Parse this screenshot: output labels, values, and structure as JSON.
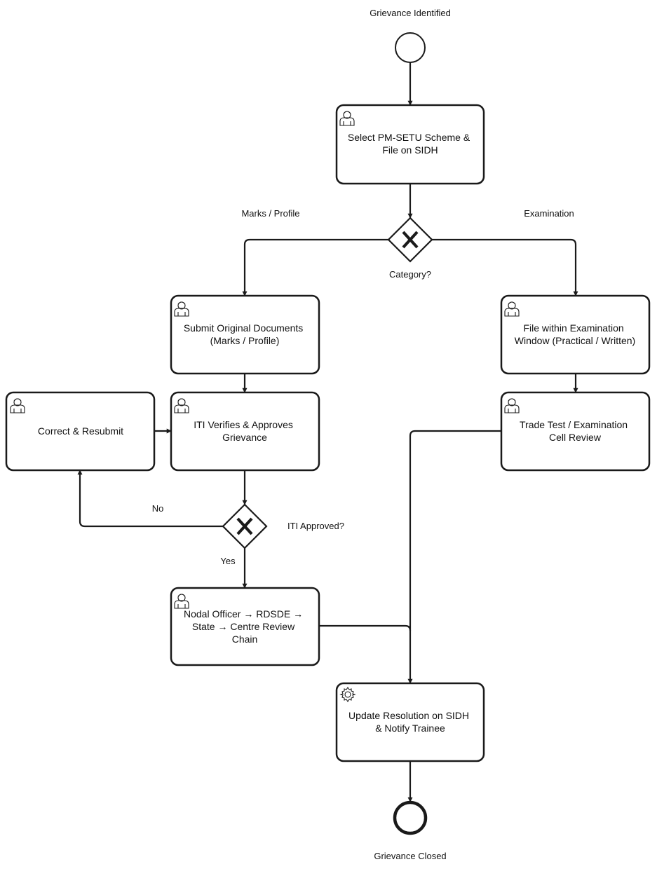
{
  "events": {
    "start": {
      "label": "Grievance Identified"
    },
    "end": {
      "label": "Grievance Closed"
    }
  },
  "tasks": {
    "select_scheme": {
      "lines": [
        "Select PM-SETU Scheme &",
        "File on SIDH"
      ],
      "icon": "user-icon"
    },
    "submit_docs": {
      "lines": [
        "Submit Original Documents",
        "(Marks / Profile)"
      ],
      "icon": "user-icon"
    },
    "file_exam": {
      "lines": [
        "File within Examination",
        "Window (Practical / Written)"
      ],
      "icon": "user-icon"
    },
    "correct_resubmit": {
      "lines": [
        "Correct & Resubmit"
      ],
      "icon": "user-icon"
    },
    "iti_verifies": {
      "lines": [
        "ITI Verifies & Approves",
        "Grievance"
      ],
      "icon": "user-icon"
    },
    "trade_test": {
      "lines": [
        "Trade Test / Examination",
        "Cell Review"
      ],
      "icon": "user-icon"
    },
    "nodal_chain": {
      "lines": [
        "Nodal Officer → RDSDE →",
        "State → Centre Review",
        "Chain"
      ],
      "icon": "user-icon"
    },
    "update_resolution": {
      "lines": [
        "Update Resolution on SIDH",
        "& Notify Trainee"
      ],
      "icon": "gear-icon"
    }
  },
  "gateways": {
    "category": {
      "label": "Category?"
    },
    "iti_approved": {
      "label": "ITI Approved?"
    }
  },
  "flow_labels": {
    "marks_profile": "Marks / Profile",
    "examination": "Examination",
    "no": "No",
    "yes": "Yes"
  }
}
